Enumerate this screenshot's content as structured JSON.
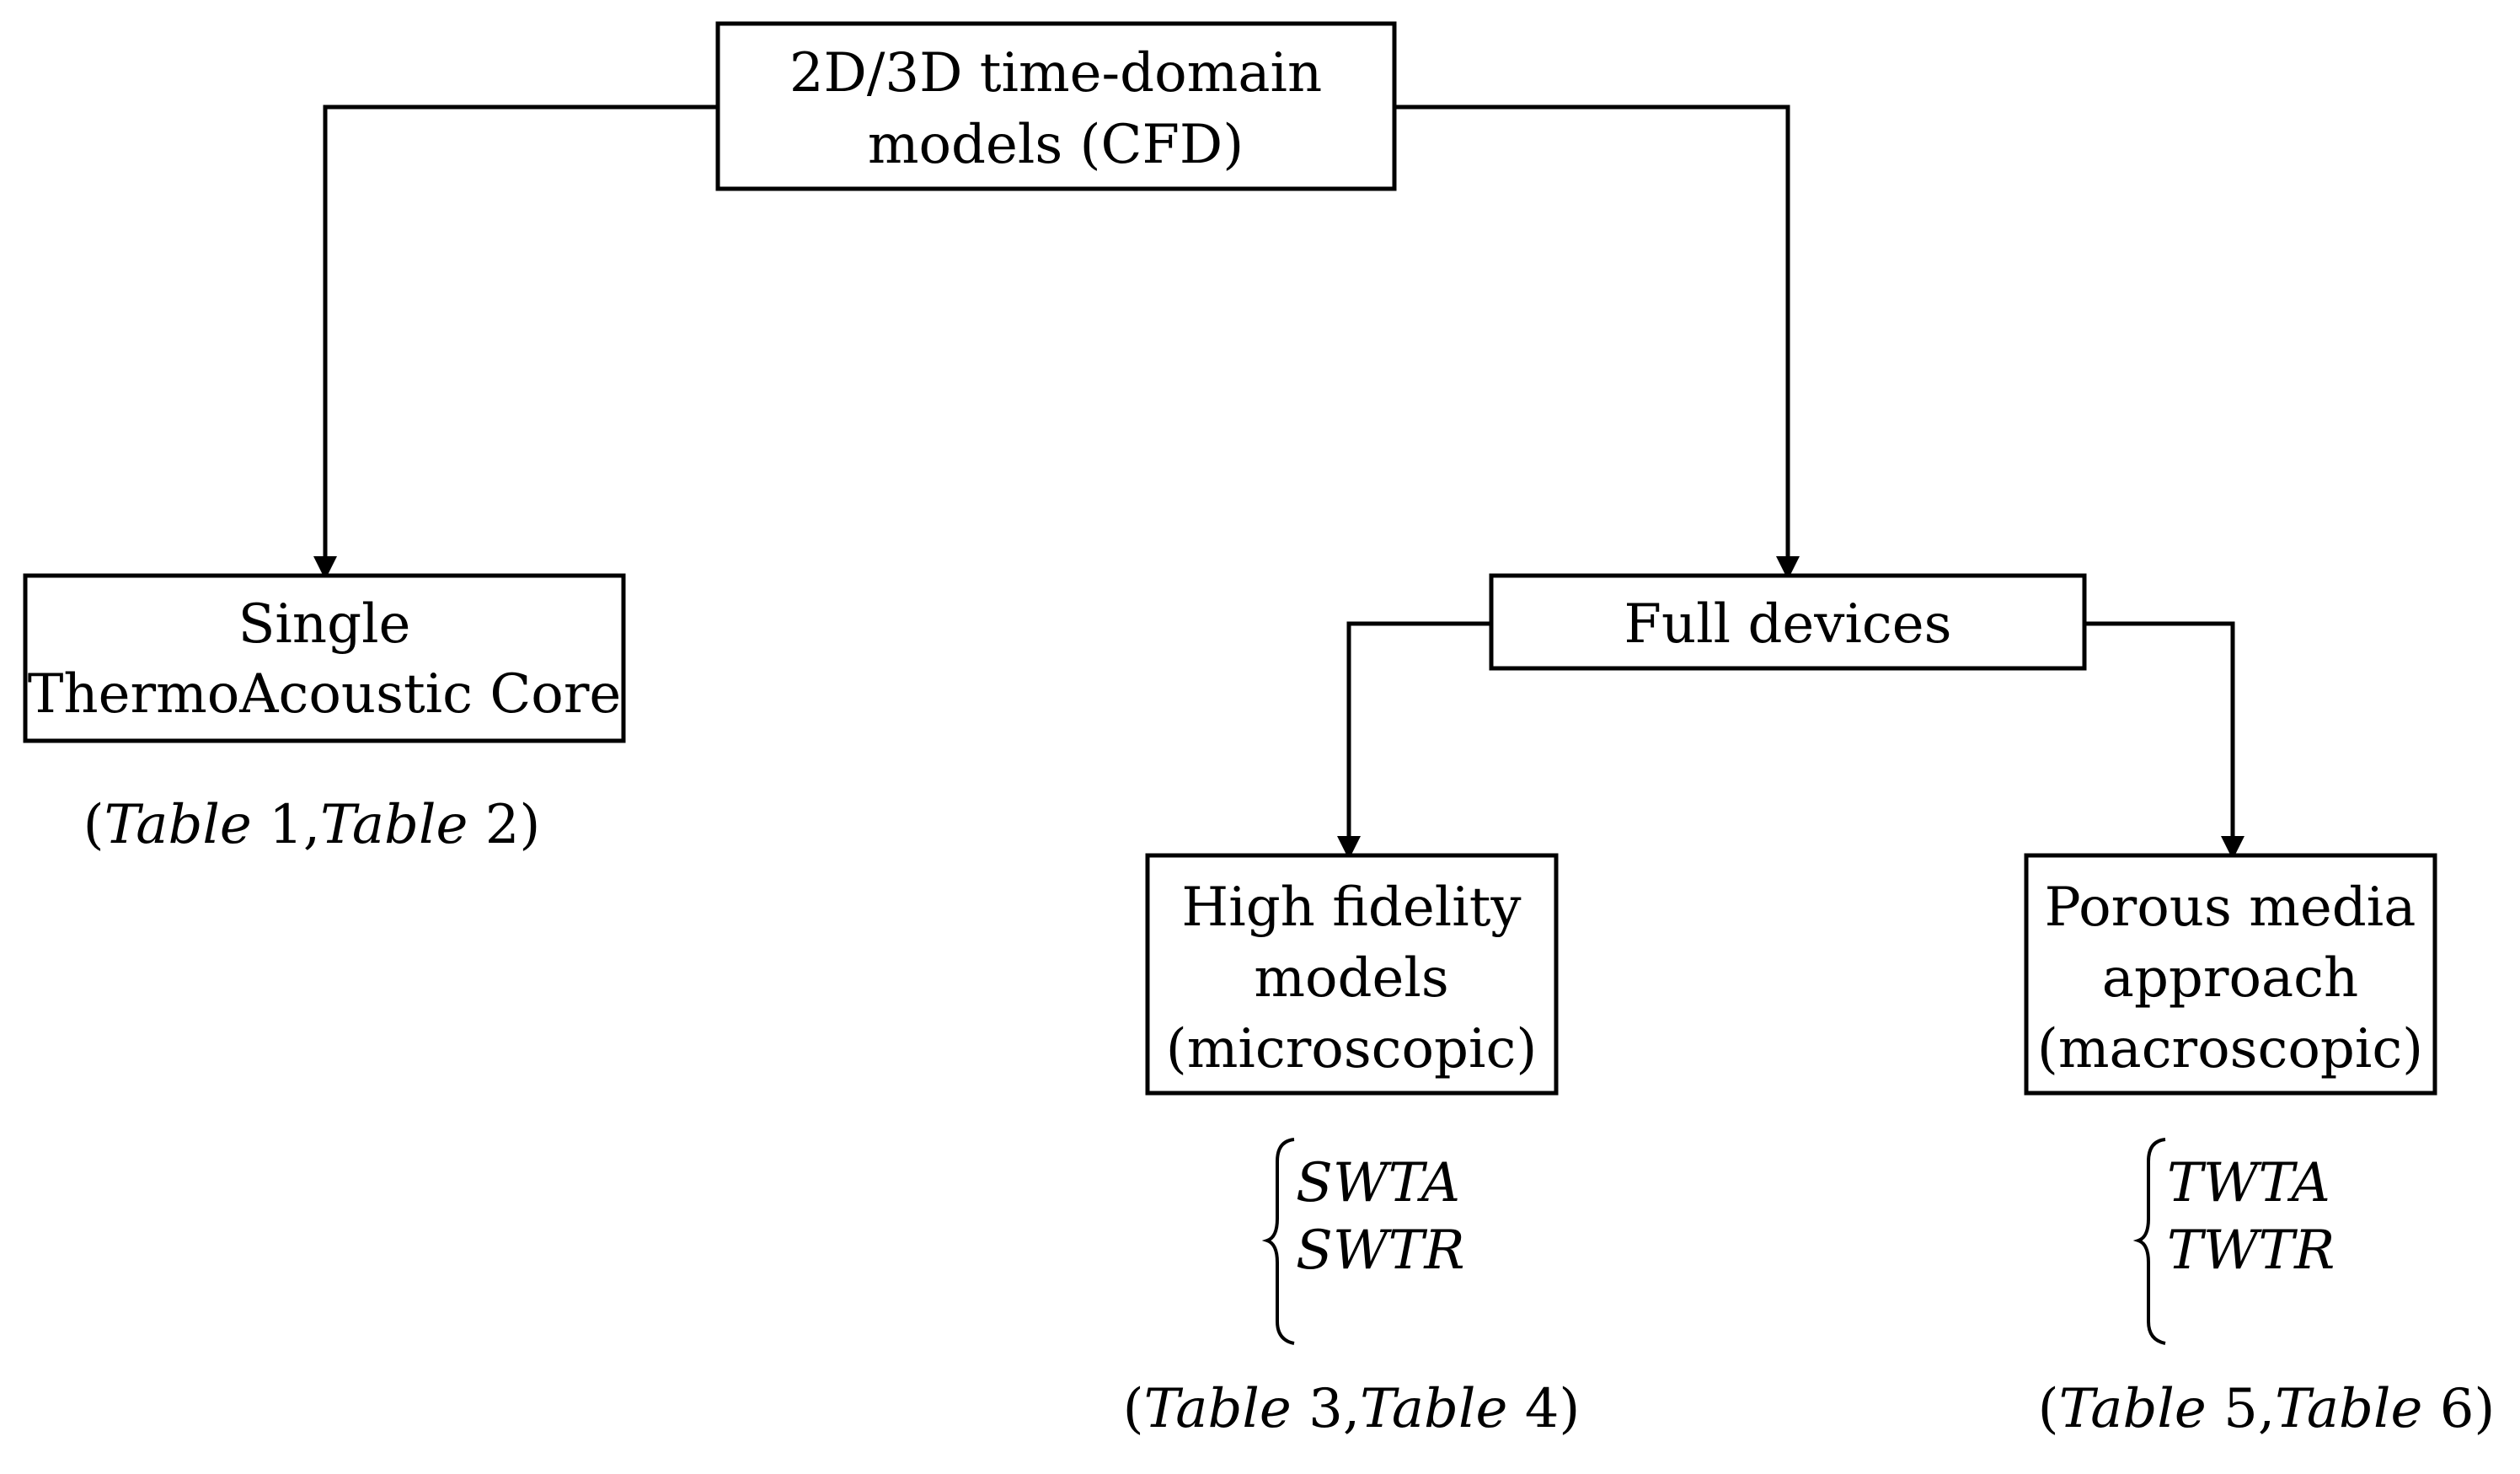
{
  "nodes": {
    "root": {
      "lines": [
        "2D/3D time-domain",
        "models (CFD)"
      ]
    },
    "single_core": {
      "lines": [
        "Single",
        "ThermoAcoustic Core"
      ]
    },
    "full_devices": {
      "lines": [
        "Full devices"
      ]
    },
    "high_fidelity": {
      "lines": [
        "High fidelity",
        "models",
        "(microscopic)"
      ]
    },
    "porous_media": {
      "lines": [
        "Porous media",
        "approach",
        "(macroscopic)"
      ]
    }
  },
  "refs": {
    "single_core": {
      "open": "(",
      "word1": "Table",
      "num1": " 1,",
      "word2": "Table",
      "num2": " 2",
      "close": ")"
    },
    "high_fidelity": {
      "open": "(",
      "word1": "Table",
      "num1": " 3,",
      "word2": "Table",
      "num2": " 4",
      "close": ")"
    },
    "porous_media": {
      "open": "(",
      "word1": "Table",
      "num1": " 5,",
      "word2": "Table",
      "num2": " 6",
      "close": ")"
    }
  },
  "cases": {
    "high_fidelity": [
      "SWTA",
      "SWTR"
    ],
    "porous_media": [
      "TWTA",
      "TWTR"
    ]
  }
}
